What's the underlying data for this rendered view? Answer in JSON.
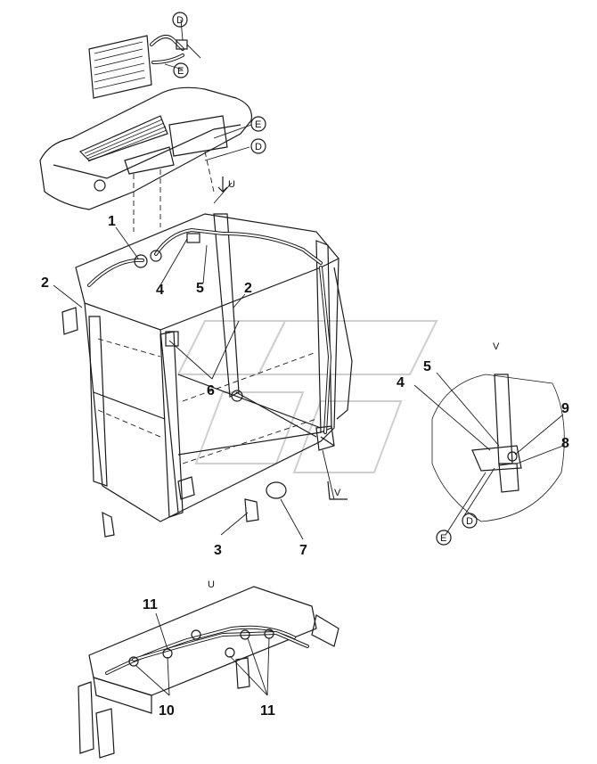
{
  "callouts": {
    "n1": "1",
    "n2a": "2",
    "n2b": "2",
    "n3": "3",
    "n4a": "4",
    "n4b": "4",
    "n5a": "5",
    "n5b": "5",
    "n6": "6",
    "n7": "7",
    "n8": "8",
    "n9": "9",
    "n10": "10",
    "n11a": "11",
    "n11b": "11"
  },
  "letters": {
    "d1": "D",
    "e1": "E",
    "e2": "E",
    "d2": "D",
    "u1": "U",
    "v1": "V",
    "v2": "V",
    "d3": "D",
    "e3": "E",
    "u2": "U"
  }
}
